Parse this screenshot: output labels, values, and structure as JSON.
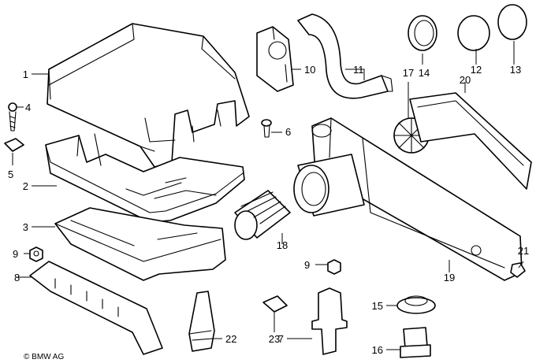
{
  "diagram": {
    "copyright": "© BMW AG",
    "callouts": [
      {
        "id": "c1",
        "label": "1"
      },
      {
        "id": "c2",
        "label": "2"
      },
      {
        "id": "c3",
        "label": "3"
      },
      {
        "id": "c4",
        "label": "4"
      },
      {
        "id": "c5",
        "label": "5"
      },
      {
        "id": "c6",
        "label": "6"
      },
      {
        "id": "c7",
        "label": "7"
      },
      {
        "id": "c8",
        "label": "8"
      },
      {
        "id": "c9a",
        "label": "9"
      },
      {
        "id": "c9b",
        "label": "9"
      },
      {
        "id": "c10",
        "label": "10"
      },
      {
        "id": "c11",
        "label": "11"
      },
      {
        "id": "c12",
        "label": "12"
      },
      {
        "id": "c13",
        "label": "13"
      },
      {
        "id": "c14",
        "label": "14"
      },
      {
        "id": "c15",
        "label": "15"
      },
      {
        "id": "c16",
        "label": "16"
      },
      {
        "id": "c17",
        "label": "17"
      },
      {
        "id": "c18",
        "label": "18"
      },
      {
        "id": "c19",
        "label": "19"
      },
      {
        "id": "c20",
        "label": "20"
      },
      {
        "id": "c21",
        "label": "21"
      },
      {
        "id": "c22",
        "label": "22"
      },
      {
        "id": "c23",
        "label": "23"
      }
    ]
  }
}
